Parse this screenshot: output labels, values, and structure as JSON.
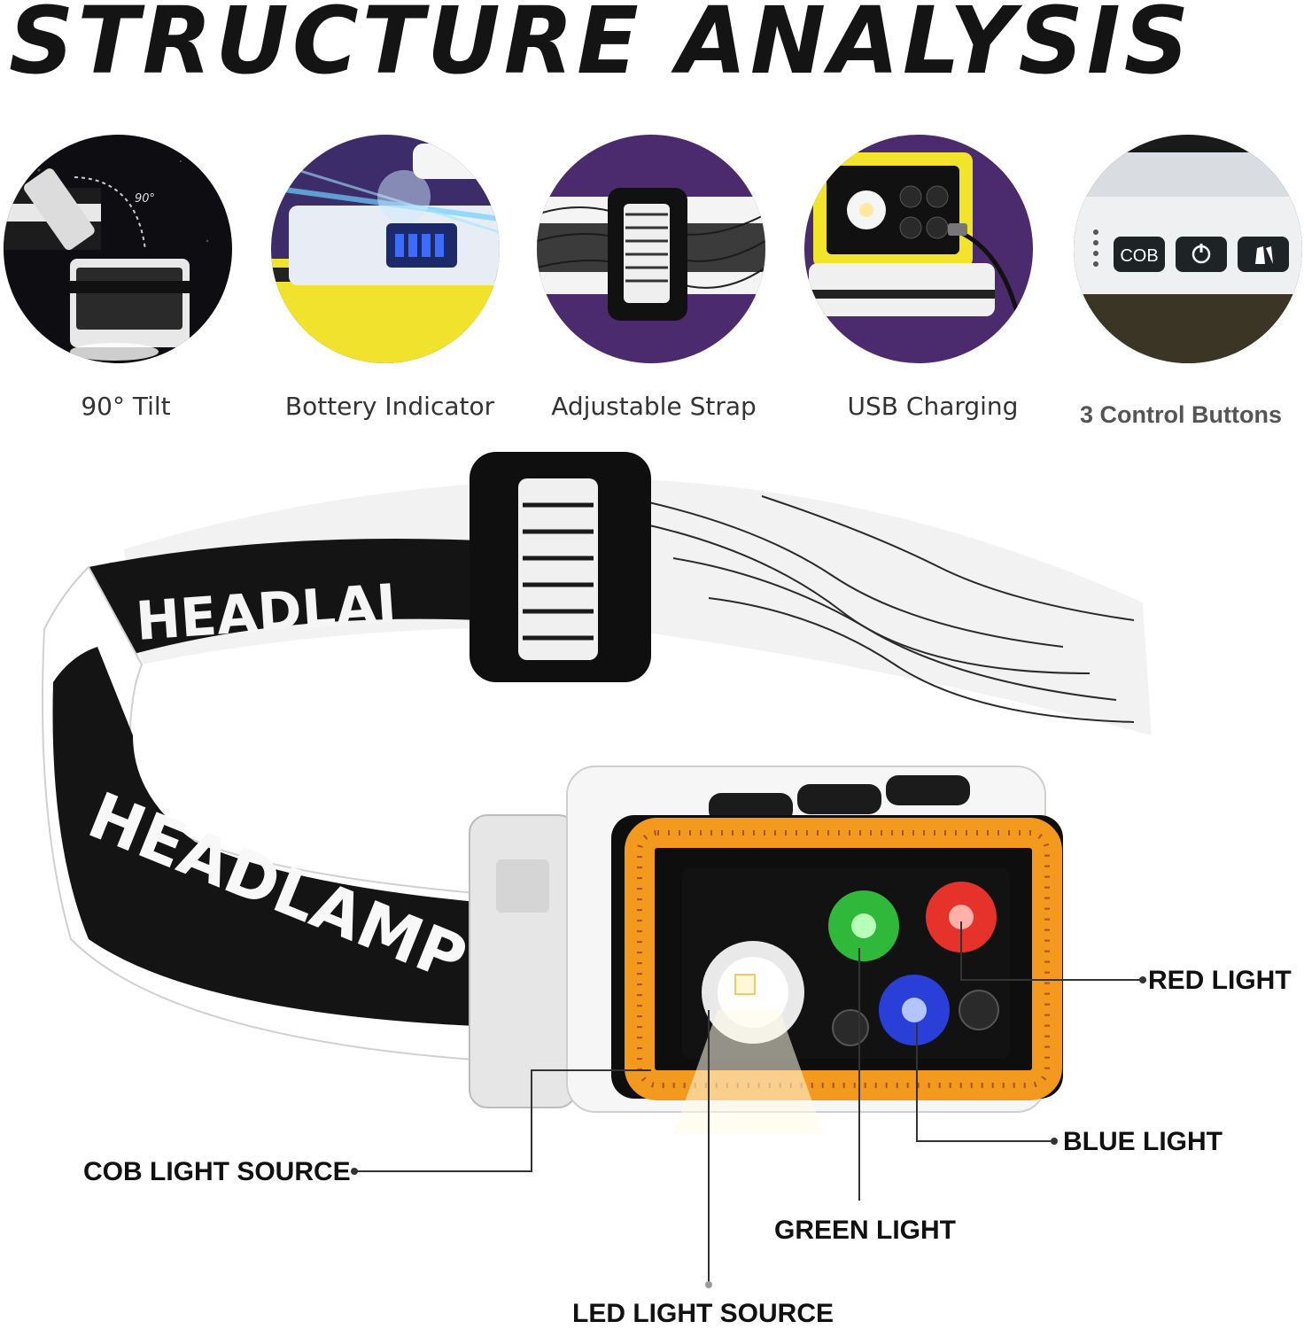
{
  "header": {
    "title": "STRUCTURE ANALYSIS"
  },
  "features": [
    {
      "label": "90° Tilt",
      "icon": "tilt-headlamp-photo",
      "annotation": "90°"
    },
    {
      "label": "Bottery Indicator",
      "icon": "battery-indicator-photo"
    },
    {
      "label": "Adjustable Strap",
      "icon": "strap-buckle-photo"
    },
    {
      "label": "USB Charging",
      "icon": "usb-charging-photo"
    },
    {
      "label": "3 Control Buttons",
      "icon": "control-buttons-photo",
      "buttons": [
        "COB"
      ]
    }
  ],
  "product": {
    "strap_text": "HEADLAMP",
    "strap_text_partial": "HEADLAI"
  },
  "callouts": {
    "red": "RED LIGHT",
    "blue": "BLUE LIGHT",
    "green": "GREEN LIGHT",
    "cob": "COB LIGHT SOURCE",
    "led": "LED LIGHT SOURCE"
  },
  "colors": {
    "circle_purple": "#4b2a6e",
    "cob_orange": "#f39a1e",
    "red_led": "#e5322a",
    "green_led": "#2fb83a",
    "blue_led": "#2a3fd8"
  }
}
